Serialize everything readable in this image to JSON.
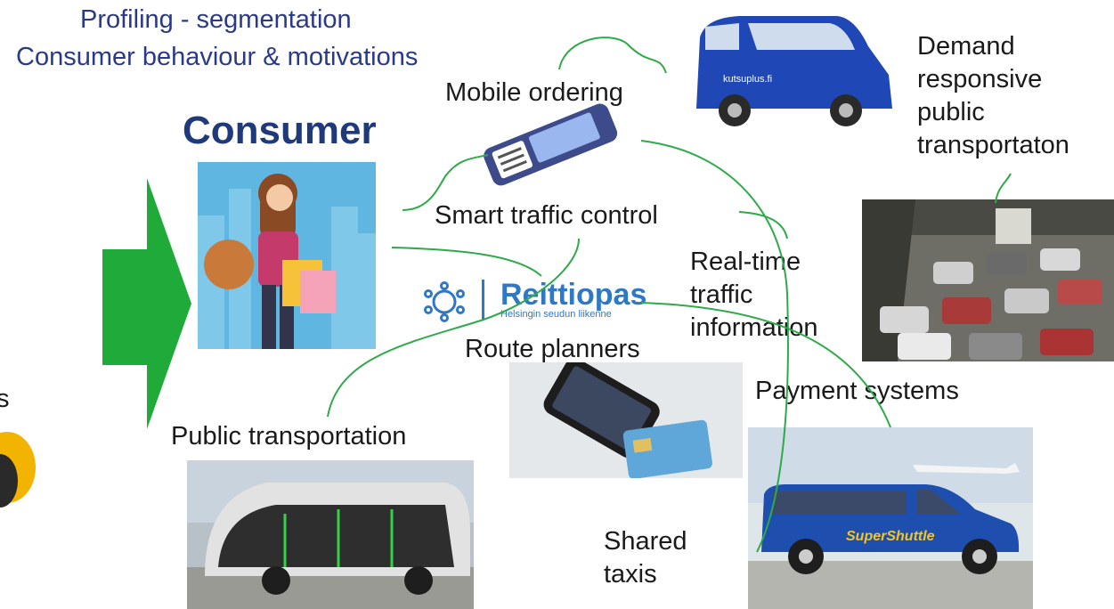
{
  "header": {
    "line1": "Profiling - segmentation",
    "line2": "Consumer behaviour & motivations"
  },
  "consumer": {
    "title": "Consumer"
  },
  "labels": {
    "mobile_ordering": "Mobile ordering",
    "demand_responsive": [
      "Demand",
      "responsive",
      "public",
      "transportaton"
    ],
    "smart_traffic": "Smart traffic control",
    "real_time": [
      "Real-time",
      "traffic",
      "information"
    ],
    "route_planners": "Route planners",
    "payment_systems": "Payment systems",
    "public_transportation": "Public transportation",
    "shared_taxis": [
      "Shared",
      "taxis"
    ],
    "left_cutoff": "s"
  },
  "logo": {
    "name": "Reittiopas",
    "subtitle": "Helsingin seudun liikenne"
  },
  "vehicle_text": {
    "minibus": "kutsuplus.fi",
    "shuttle": "SuperShuttle"
  },
  "colors": {
    "header": "#2b3a86",
    "consumer_title": "#1f3a7a",
    "arrow": "#1faa3a",
    "connector": "#2faa4a",
    "logo": "#2f78c4"
  }
}
